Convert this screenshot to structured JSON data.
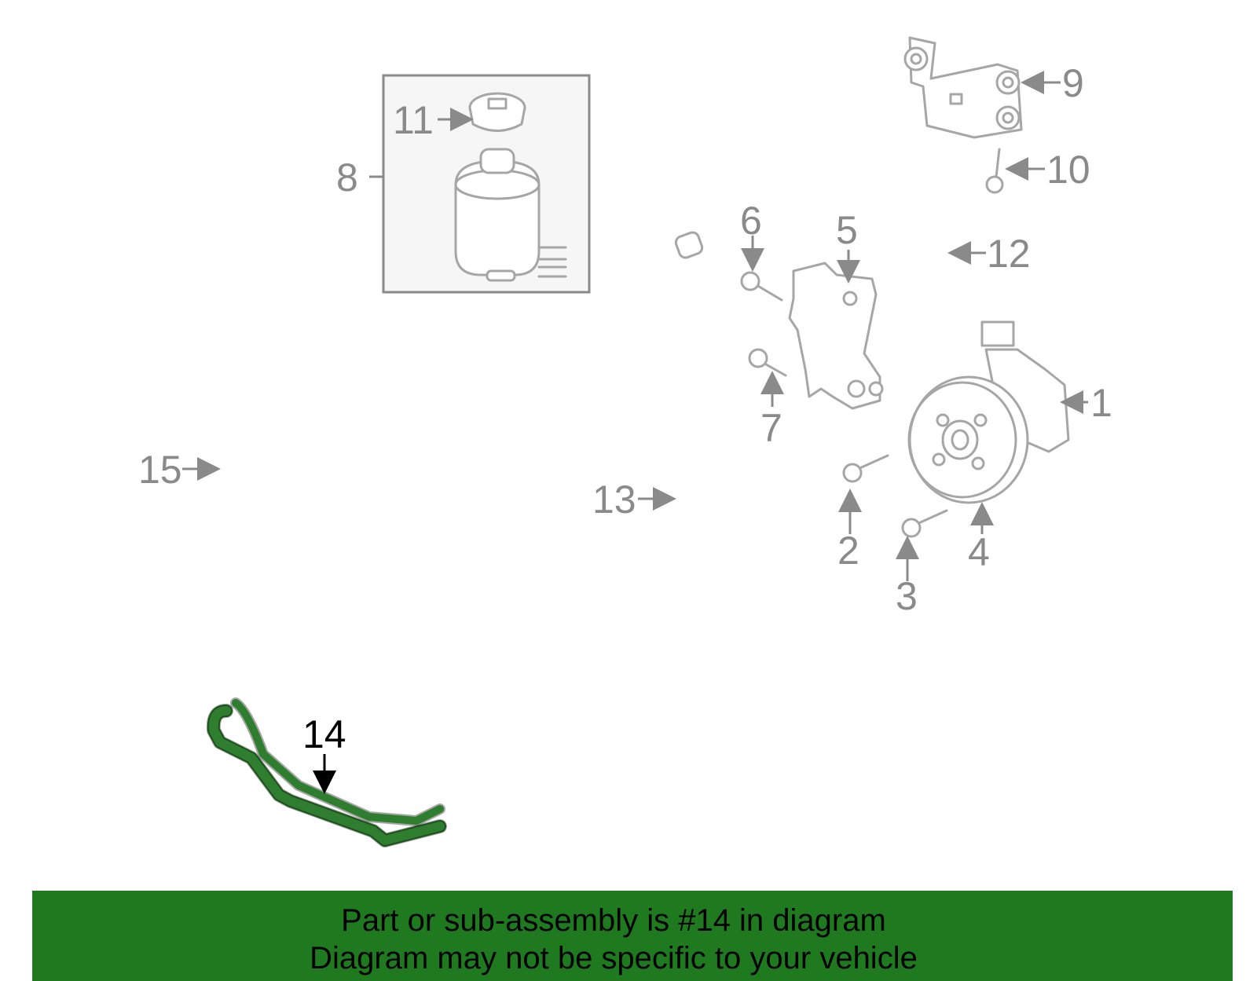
{
  "diagram": {
    "highlighted_part": "14",
    "highlight_color": "#2f7d2f",
    "part_color": "#a6a6a6",
    "labels": [
      {
        "id": "1",
        "text": "1"
      },
      {
        "id": "2",
        "text": "2"
      },
      {
        "id": "3",
        "text": "3"
      },
      {
        "id": "4",
        "text": "4"
      },
      {
        "id": "5",
        "text": "5"
      },
      {
        "id": "6",
        "text": "6"
      },
      {
        "id": "7",
        "text": "7"
      },
      {
        "id": "8",
        "text": "8"
      },
      {
        "id": "9",
        "text": "9"
      },
      {
        "id": "10",
        "text": "10"
      },
      {
        "id": "11",
        "text": "11"
      },
      {
        "id": "12",
        "text": "12"
      },
      {
        "id": "13",
        "text": "13"
      },
      {
        "id": "14",
        "text": "14"
      },
      {
        "id": "15",
        "text": "15"
      }
    ]
  },
  "banner": {
    "line1": "Part or sub-assembly is #14 in diagram",
    "line2": "Diagram may not be specific to your vehicle",
    "background": "#1f7a1f"
  }
}
